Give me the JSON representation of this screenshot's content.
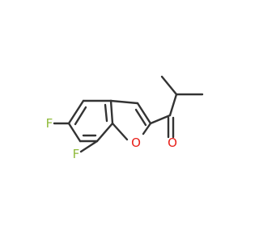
{
  "molecule": {
    "atom_labels": {
      "fluorine_6": "F",
      "fluorine_7": "F",
      "ring_oxygen": "O",
      "carbonyl_oxygen": "O"
    }
  },
  "colors": {
    "bond": "#333333",
    "fluorine": "#8fba3a",
    "oxygen": "#e8201a",
    "background": "#ffffff"
  }
}
